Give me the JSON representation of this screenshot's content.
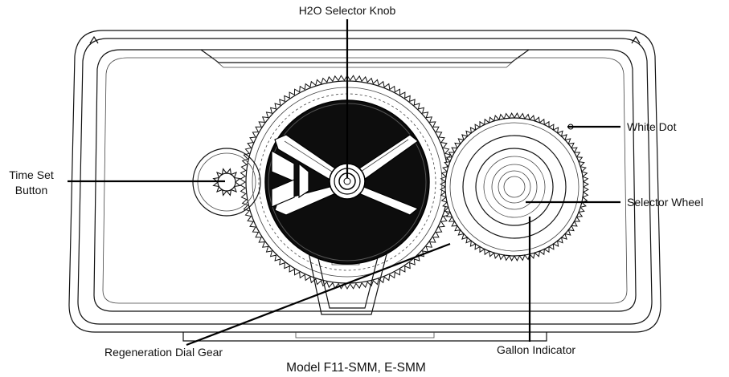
{
  "labels": {
    "selector_knob": "H2O Selector Knob",
    "time_set_line1": "Time Set",
    "time_set_line2": "Button",
    "white_dot": "White Dot",
    "selector_wheel": "Selector Wheel",
    "regen_gear": "Regeneration Dial Gear",
    "gallon_indicator": "Gallon Indicator"
  },
  "caption": "Model F11-SMM, E-SMM"
}
